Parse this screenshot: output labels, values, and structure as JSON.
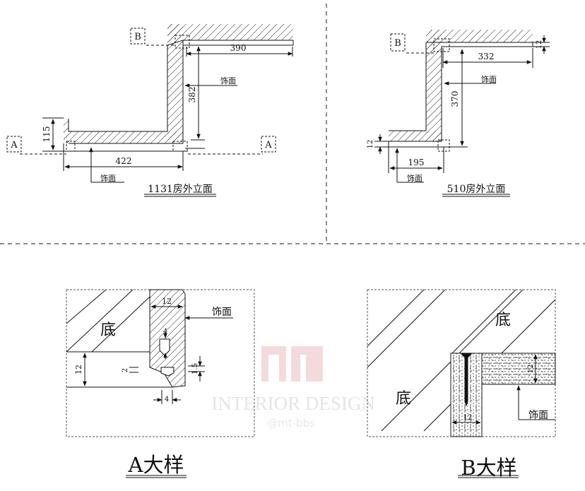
{
  "panels": {
    "elev_1131": {
      "title": "1131房外立面",
      "dims": {
        "width_bottom": "422",
        "height_left": "115",
        "height_mid": "382",
        "width_top": "390"
      },
      "finish_label_1": "饰面",
      "finish_label_2": "饰面",
      "tag_b": "B",
      "tag_a_left": "A",
      "tag_a_right": "A"
    },
    "elev_510": {
      "title": "510房外立面",
      "dims": {
        "width_bottom": "195",
        "height_mid": "370",
        "width_top": "332",
        "thick_top": "12",
        "thick_left": "12"
      },
      "finish_label_1": "饰面",
      "finish_label_2": "饰面",
      "tag_b": "B"
    },
    "detail_a": {
      "caption": "A大样",
      "base_label": "底",
      "finish_label": "饰面",
      "dims": {
        "top_12": "12",
        "left_12": "12",
        "v_4": "4",
        "h_4": "4",
        "small_2": "2",
        "small_15": "1.5"
      }
    },
    "detail_b": {
      "caption": "B大样",
      "base_label_top": "底",
      "base_label_bottom": "底",
      "finish_label": "饰面",
      "dims": {
        "right_12": "12",
        "bottom_12": "12"
      }
    }
  },
  "watermark": {
    "text": "INTERIOR DESIGN",
    "sub": "@mt-bbs"
  }
}
